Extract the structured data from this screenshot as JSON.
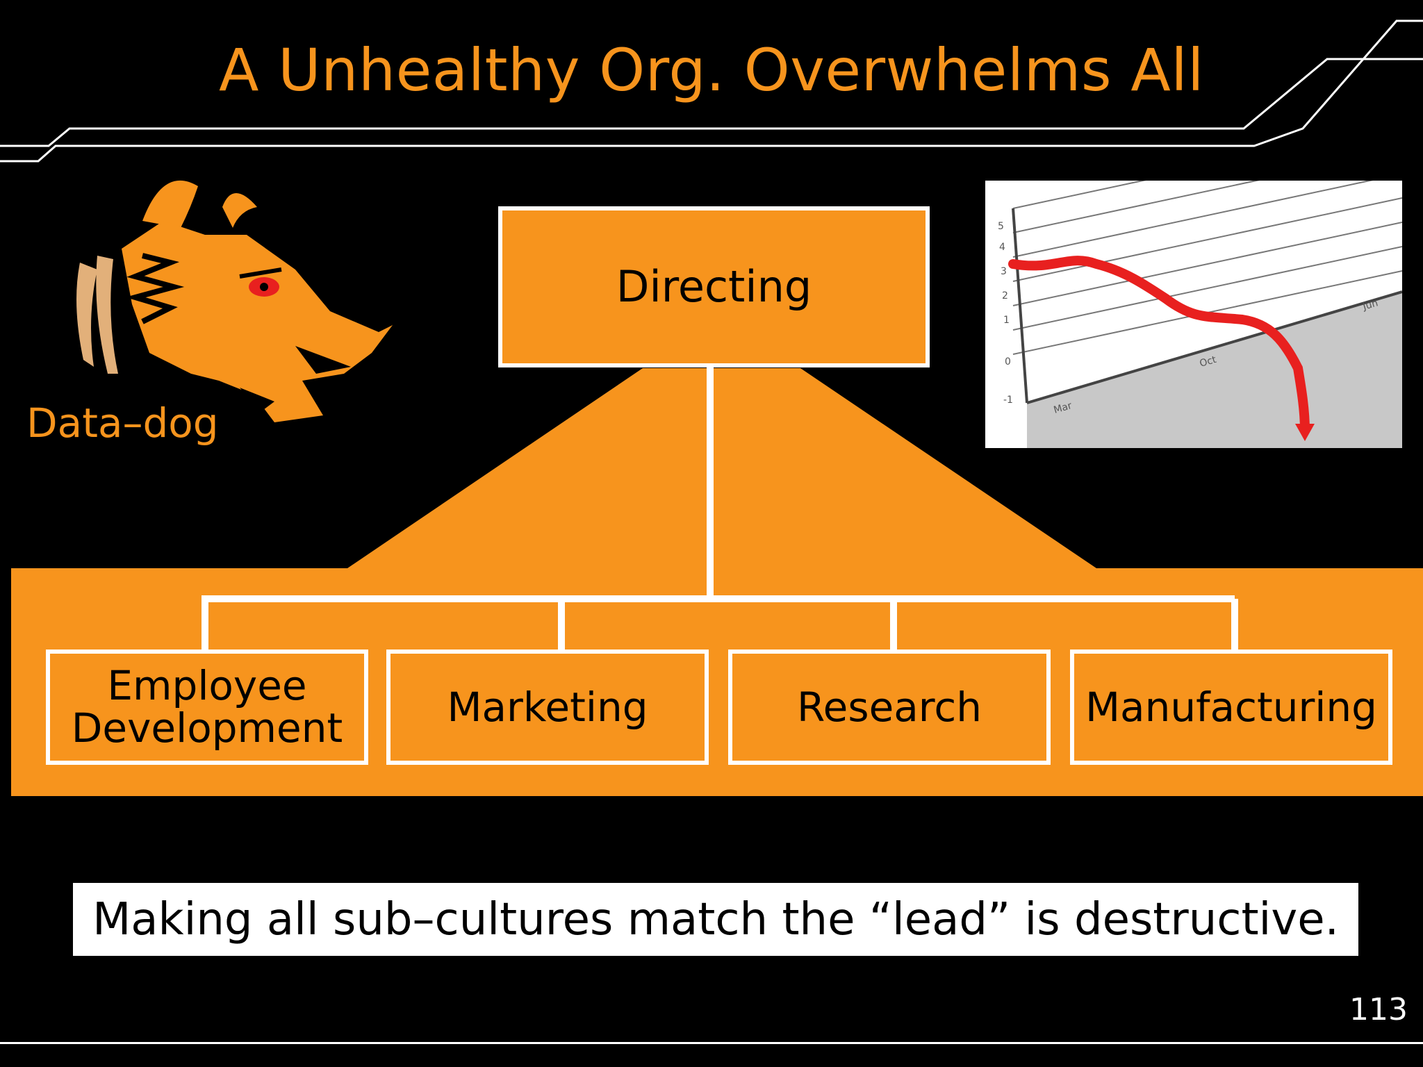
{
  "slide": {
    "title": "A Unhealthy Org. Overwhelms All",
    "dog_label": "Data–dog",
    "page_number": "113",
    "footer_text": "Making all sub–cultures match the “lead” is destructive."
  },
  "org_chart": {
    "top": "Directing",
    "children": [
      "Employee Development",
      "Marketing",
      "Research",
      "Manufacturing"
    ]
  },
  "image_chart": {
    "y_ticks": [
      "-1",
      "0",
      "1",
      "2",
      "3",
      "4",
      "5"
    ],
    "x_ticks": [
      "Mar",
      "Oct",
      "Jun"
    ]
  },
  "colors": {
    "accent": "#f7941d",
    "background": "#000000",
    "trend_line": "#e8201f"
  }
}
